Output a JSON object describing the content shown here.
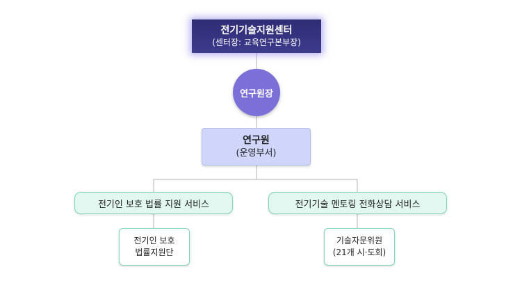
{
  "org": {
    "top": {
      "title": "전기기술지원센터",
      "subtitle": "(센터장: 교육연구본부장)"
    },
    "head": {
      "label": "연구원장"
    },
    "dept": {
      "title": "연구원",
      "subtitle": "(운영부서)"
    },
    "services": [
      {
        "label": "전기인 보호 법률 지원 서비스",
        "unit_line1": "전기인 보호",
        "unit_line2": "법률지원단"
      },
      {
        "label": "전기기술 멘토링 전화상담 서비스",
        "unit_line1": "기술자문위원",
        "unit_line2": "(21개 시·도회)"
      }
    ]
  },
  "colors": {
    "top_box": "#2f2d74",
    "head_circle": "#7b6fd8",
    "dept_box": "#cfd5fb",
    "service_fill": "#e1f7ef",
    "service_border": "#7fd6ba",
    "connector": "#b0b0b0"
  }
}
